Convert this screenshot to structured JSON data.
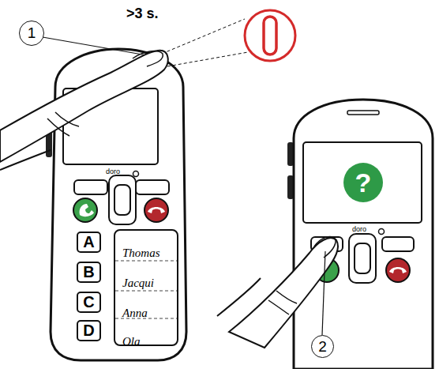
{
  "diagram": {
    "nodes": [
      {
        "text": [
          "1"
        ]
      },
      {
        "text": [
          "A"
        ]
      },
      {
        "text": [
          "B"
        ]
      },
      {
        "text": [
          "C"
        ]
      },
      {
        "text": [
          "D"
        ]
      },
      {
        "text": [
          "Thomas",
          "Jacqui",
          "Anna",
          "Ola"
        ]
      },
      {
        "text": [
          "?"
        ]
      },
      {
        "text": [
          "2"
        ]
      }
    ],
    "labels": [
      ">3 s.",
      "doro",
      "doro"
    ]
  }
}
